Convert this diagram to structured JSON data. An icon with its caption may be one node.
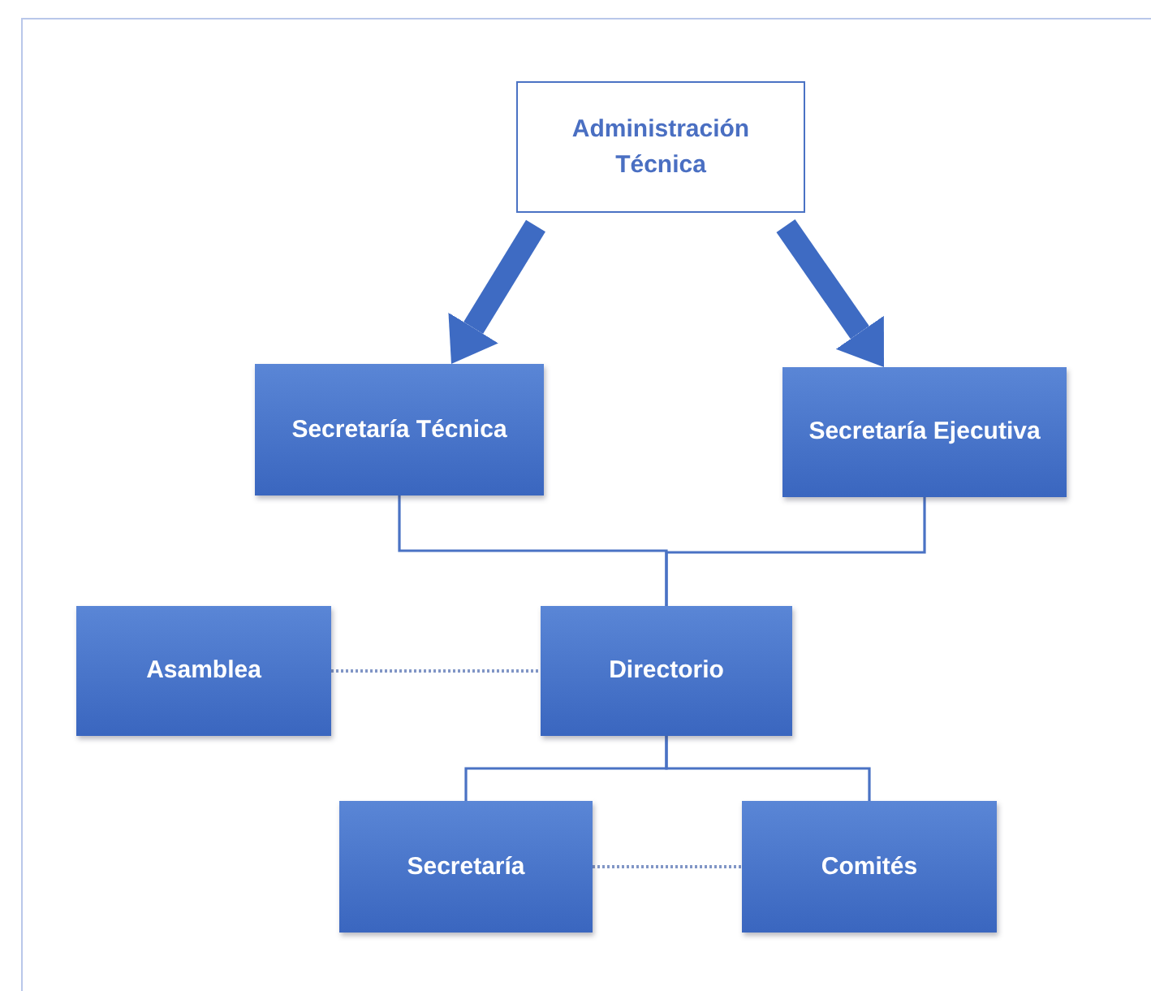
{
  "diagram": {
    "nodes": [
      {
        "text": [
          "Administración Técnica"
        ]
      },
      {
        "text": [
          "Secretaría Técnica"
        ]
      },
      {
        "text": [
          "Secretaría Ejecutiva"
        ]
      },
      {
        "text": [
          "Asamblea"
        ]
      },
      {
        "text": [
          "Directorio"
        ]
      },
      {
        "text": [
          "Secretaría"
        ]
      },
      {
        "text": [
          "Comités"
        ]
      }
    ],
    "edges": [
      {
        "from": 0,
        "to": 1,
        "arrow": "to",
        "style": "thick"
      },
      {
        "from": 0,
        "to": 2,
        "arrow": "to",
        "style": "thick"
      },
      {
        "from": 1,
        "to": 4,
        "arrow": "none"
      },
      {
        "from": 2,
        "to": 4,
        "arrow": "none"
      },
      {
        "from": 3,
        "to": 4,
        "arrow": "none",
        "style": "dashed"
      },
      {
        "from": 4,
        "to": 5,
        "arrow": "none"
      },
      {
        "from": 4,
        "to": 6,
        "arrow": "none"
      },
      {
        "from": 5,
        "to": 6,
        "arrow": "none",
        "style": "dashed"
      }
    ]
  }
}
